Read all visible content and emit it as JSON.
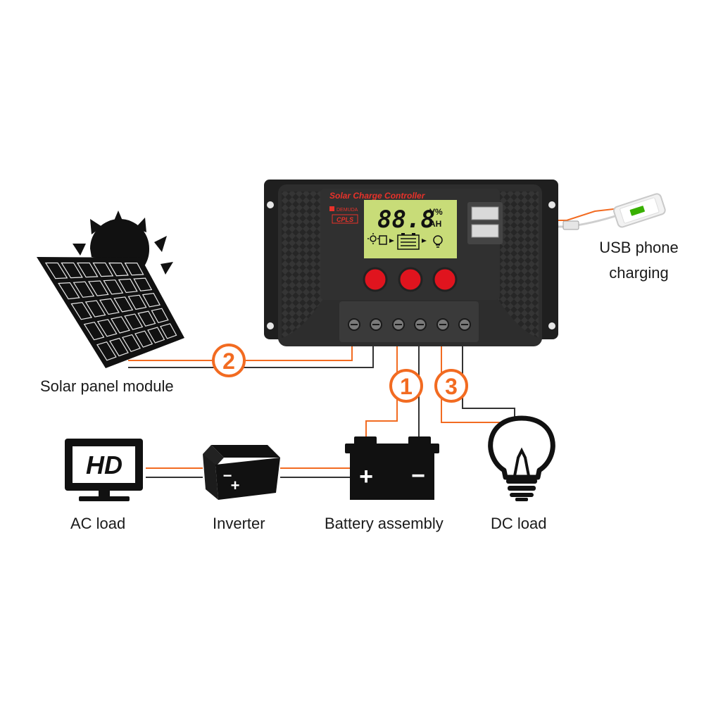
{
  "controller": {
    "title": "Solar Charge Controller",
    "brand": "DEMUDA",
    "model": "CPLS",
    "lcd_digits": "88.8",
    "lcd_unit_top": "V%",
    "lcd_unit_bottom": "AH",
    "terminal_pairs": 3
  },
  "labels": {
    "usb_line1": "USB phone",
    "usb_line2": "charging",
    "solar": "Solar panel module",
    "ac_load": "AC load",
    "inverter": "Inverter",
    "battery": "Battery assembly",
    "dc_load": "DC load",
    "monitor_text": "HD",
    "battery_minus": "−",
    "battery_plus": "+",
    "inverter_minus": "−",
    "inverter_plus": "+"
  },
  "steps": [
    {
      "number": "1",
      "connects": "Battery assembly"
    },
    {
      "number": "2",
      "connects": "Solar panel module"
    },
    {
      "number": "3",
      "connects": "DC load"
    }
  ],
  "colors": {
    "accent_orange": "#f26b21",
    "wire_dark": "#333333",
    "controller_body": "#2a2a2a",
    "lcd_green": "#c8dc78",
    "button_red": "#e0141e",
    "title_red": "#e8322a"
  }
}
